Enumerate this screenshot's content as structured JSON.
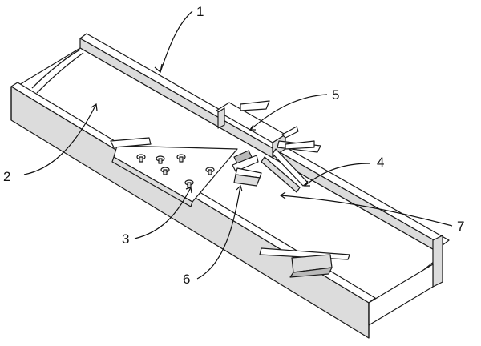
{
  "labels": {
    "frame": "1",
    "conveyor_belt": "2",
    "guide_plate": "3",
    "deflector_right": "4",
    "deflector_upper": "5",
    "deflector_lower": "6",
    "guide_strip": "7"
  }
}
